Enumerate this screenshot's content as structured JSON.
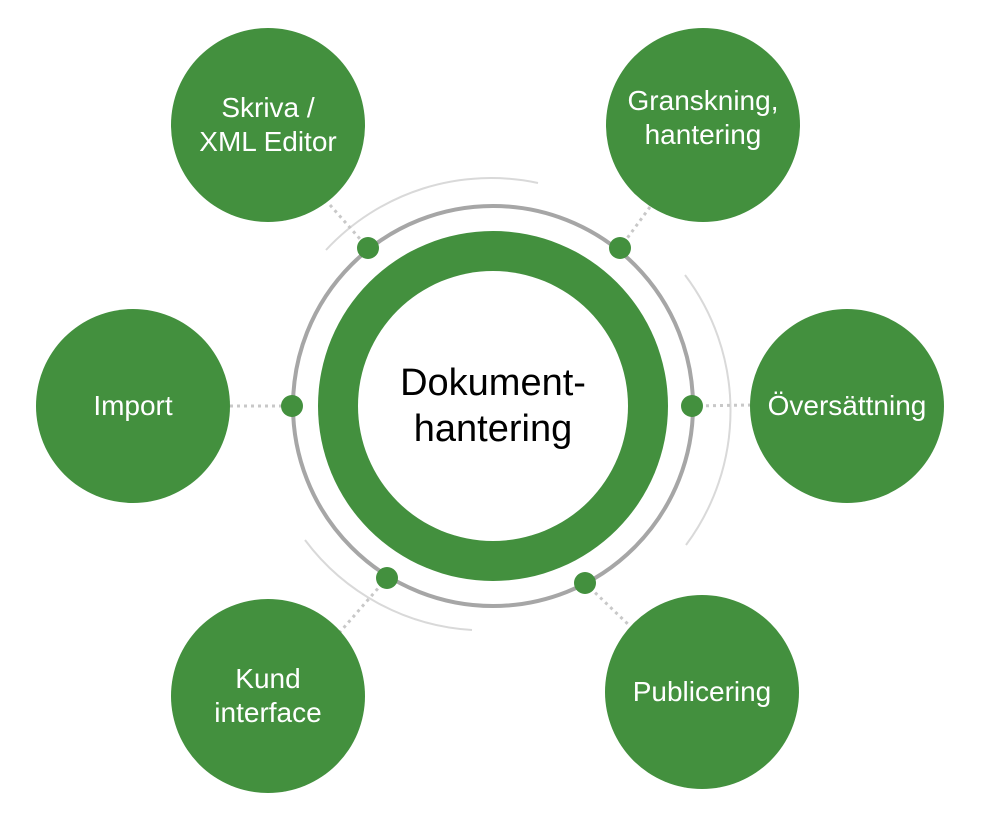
{
  "diagram": {
    "center": {
      "label": "Dokument-\nhantering"
    },
    "nodes": [
      {
        "id": "skriva",
        "label": "Skriva /\nXML Editor"
      },
      {
        "id": "granskning",
        "label": "Granskning,\nhantering"
      },
      {
        "id": "import",
        "label": "Import"
      },
      {
        "id": "oversattning",
        "label": "Översättning"
      },
      {
        "id": "kund",
        "label": "Kund\ninterface"
      },
      {
        "id": "publicering",
        "label": "Publicering"
      }
    ],
    "colors": {
      "green": "#43903E",
      "ring_gray": "#A6A6A6",
      "arc_light": "#D9D9D9",
      "connector": "#C8C8C8",
      "center_text": "#000000",
      "node_text": "#FFFFFF"
    }
  }
}
